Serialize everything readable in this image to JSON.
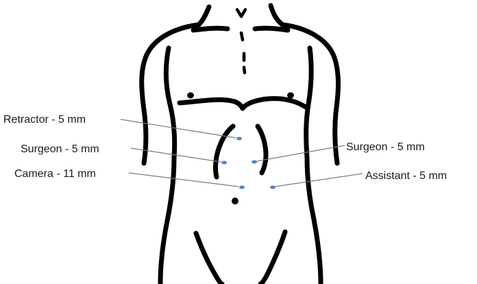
{
  "colors": {
    "port": "#4f86c6",
    "outline": "#000000",
    "leader": "#7a7a7a"
  },
  "ports": [
    {
      "id": "retractor",
      "label": "Retractor - 5 mm",
      "side": "left"
    },
    {
      "id": "surgeon-left",
      "label": "Surgeon - 5 mm",
      "side": "left"
    },
    {
      "id": "camera",
      "label": "Camera - 11 mm",
      "side": "left"
    },
    {
      "id": "surgeon-right",
      "label": "Surgeon - 5 mm",
      "side": "right"
    },
    {
      "id": "assistant",
      "label": "Assistant - 5 mm",
      "side": "right"
    }
  ]
}
